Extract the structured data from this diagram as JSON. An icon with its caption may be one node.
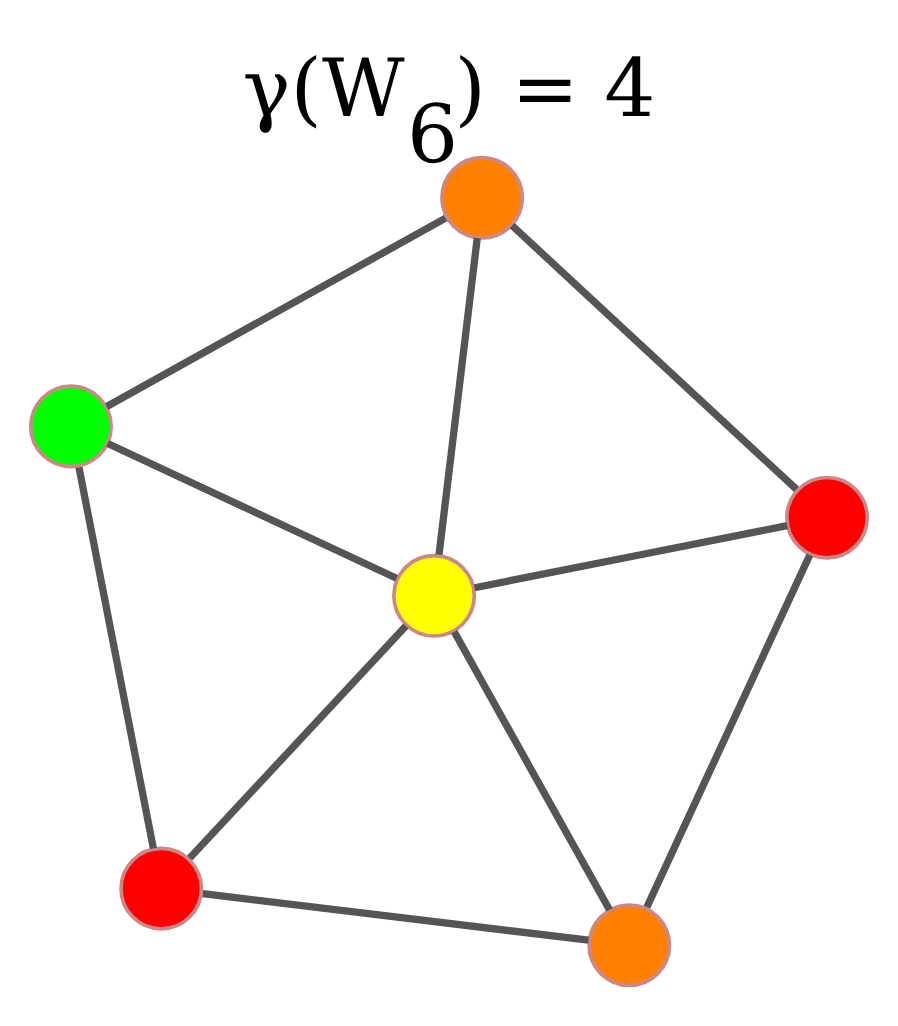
{
  "diagram": {
    "title": "γ(W$_{6}$) = 4",
    "nodes": [
      {
        "text": [],
        "shape": "circle"
      },
      {
        "text": [],
        "shape": "circle"
      },
      {
        "text": [],
        "shape": "circle"
      },
      {
        "text": [],
        "shape": "circle"
      },
      {
        "text": [],
        "shape": "circle"
      },
      {
        "text": [],
        "shape": "circle"
      }
    ],
    "edges": [
      {
        "from": 0,
        "to": 1,
        "arrow": "none"
      },
      {
        "from": 1,
        "to": 4,
        "arrow": "none"
      },
      {
        "from": 4,
        "to": 5,
        "arrow": "none"
      },
      {
        "from": 5,
        "to": 3,
        "arrow": "none"
      },
      {
        "from": 3,
        "to": 0,
        "arrow": "none"
      },
      {
        "from": 2,
        "to": 0,
        "arrow": "none"
      },
      {
        "from": 2,
        "to": 1,
        "arrow": "none"
      },
      {
        "from": 2,
        "to": 3,
        "arrow": "none"
      },
      {
        "from": 2,
        "to": 4,
        "arrow": "none"
      },
      {
        "from": 2,
        "to": 5,
        "arrow": "none"
      }
    ]
  }
}
